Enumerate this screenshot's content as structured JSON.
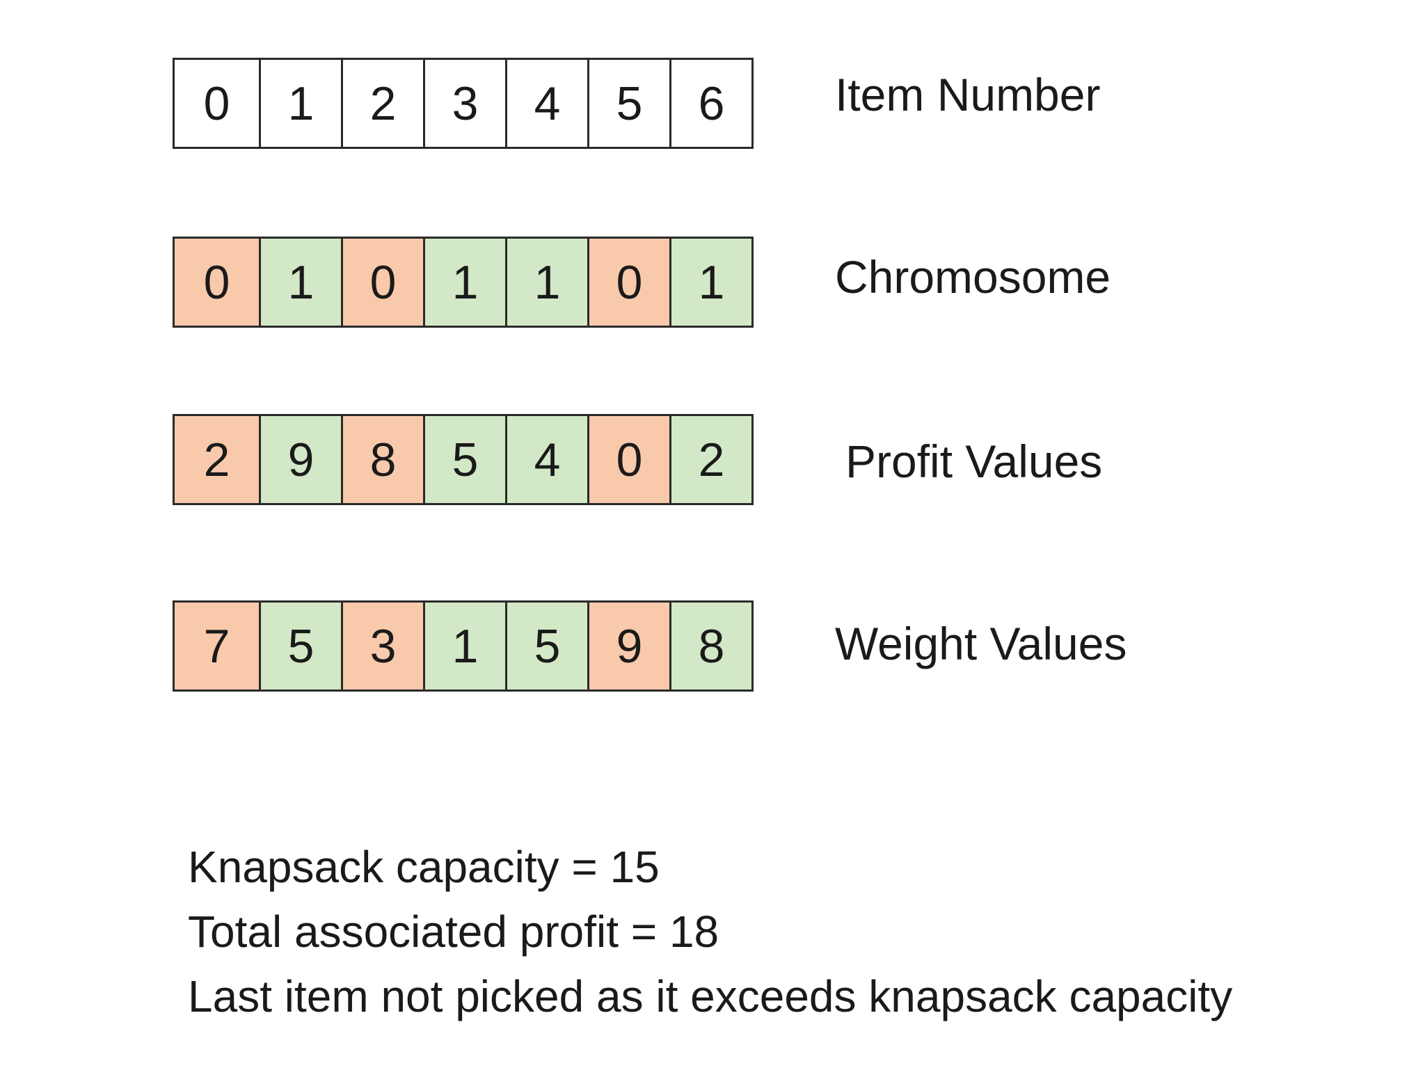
{
  "rows": [
    {
      "label": "Item Number",
      "values": [
        "0",
        "1",
        "2",
        "3",
        "4",
        "5",
        "6"
      ],
      "states": [
        "white",
        "white",
        "white",
        "white",
        "white",
        "white",
        "white"
      ]
    },
    {
      "label": "Chromosome",
      "values": [
        "0",
        "1",
        "0",
        "1",
        "1",
        "0",
        "1"
      ],
      "states": [
        "unpicked",
        "picked",
        "unpicked",
        "picked",
        "picked",
        "unpicked",
        "picked"
      ]
    },
    {
      "label": "Profit Values",
      "values": [
        "2",
        "9",
        "8",
        "5",
        "4",
        "0",
        "2"
      ],
      "states": [
        "unpicked",
        "picked",
        "unpicked",
        "picked",
        "picked",
        "unpicked",
        "picked"
      ]
    },
    {
      "label": "Weight Values",
      "values": [
        "7",
        "5",
        "3",
        "1",
        "5",
        "9",
        "8"
      ],
      "states": [
        "unpicked",
        "picked",
        "unpicked",
        "picked",
        "picked",
        "unpicked",
        "picked"
      ]
    }
  ],
  "colors": {
    "picked": "#d3e8c6",
    "unpicked": "#f8c9ab",
    "border": "#2a2a2a"
  },
  "notes": {
    "capacity": "Knapsack capacity = 15",
    "profit": "Total associated profit = 18",
    "last_item": "Last item not picked as it exceeds knapsack capacity"
  }
}
